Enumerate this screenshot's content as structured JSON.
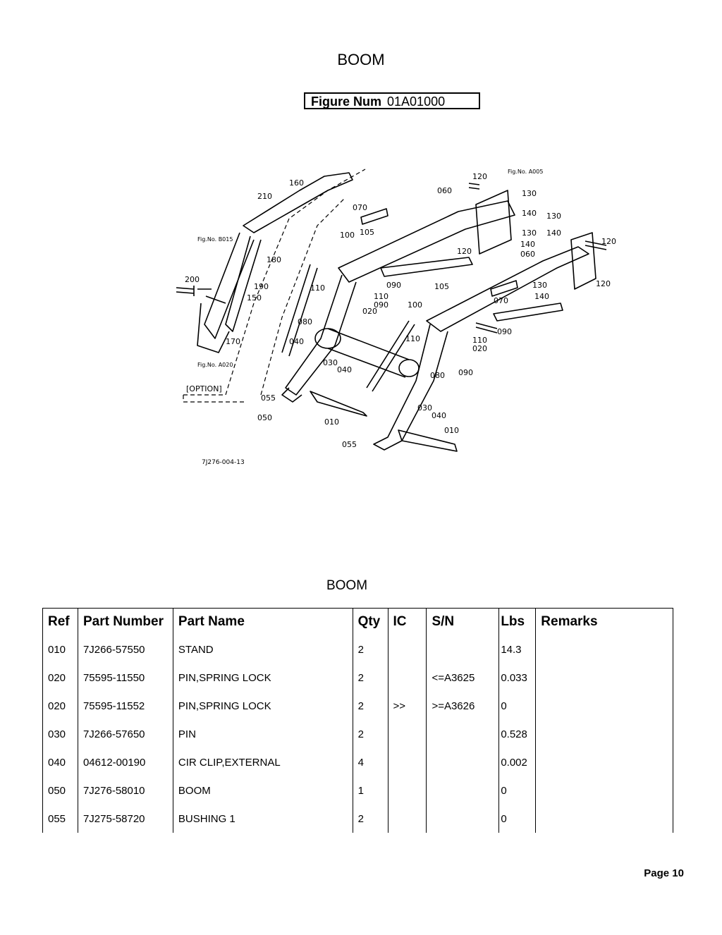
{
  "page": {
    "title": "BOOM",
    "figure_label": "Figure Num",
    "figure_number": "01A01000",
    "section_title": "BOOM",
    "page_number": "Page 10"
  },
  "diagram": {
    "drawing_code": "7J276-004-13",
    "option_label": "[OPTION]",
    "callouts": [
      "010",
      "020",
      "030",
      "040",
      "050",
      "055",
      "060",
      "070",
      "080",
      "090",
      "100",
      "105",
      "110",
      "120",
      "130",
      "140",
      "150",
      "160",
      "170",
      "180",
      "190",
      "200",
      "210"
    ],
    "fig_refs": [
      "Fig.No. B015",
      "Fig.No. A005",
      "Fig.No. A020"
    ]
  },
  "table": {
    "headers": [
      "Ref",
      "Part Number",
      "Part Name",
      "Qty",
      "IC",
      "S/N",
      "Lbs",
      "Remarks"
    ],
    "rows": [
      [
        "010",
        "7J266-57550",
        "STAND",
        "2",
        "",
        "",
        "14.3",
        ""
      ],
      [
        "020",
        "75595-11550",
        "PIN,SPRING LOCK",
        "2",
        "",
        "<=A3625",
        "0.033",
        ""
      ],
      [
        "020",
        "75595-11552",
        "PIN,SPRING LOCK",
        "2",
        ">>",
        ">=A3626",
        "0",
        ""
      ],
      [
        "030",
        "7J266-57650",
        "PIN",
        "2",
        "",
        "",
        "0.528",
        ""
      ],
      [
        "040",
        "04612-00190",
        "CIR CLIP,EXTERNAL",
        "4",
        "",
        "",
        "0.002",
        ""
      ],
      [
        "050",
        "7J276-58010",
        "BOOM",
        "1",
        "",
        "",
        "0",
        ""
      ],
      [
        "055",
        "7J275-58720",
        "BUSHING 1",
        "2",
        "",
        "",
        "0",
        ""
      ]
    ]
  }
}
